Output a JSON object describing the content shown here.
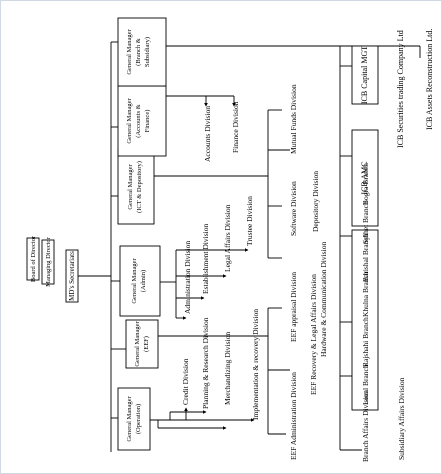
{
  "diagram": {
    "top": {
      "board": "Board of Director",
      "managing": "Managing Director",
      "secretariats": "MD's Secretariats"
    },
    "managers": {
      "operation": [
        "General Manager",
        "(Operation)"
      ],
      "eef": [
        "General Manager",
        "(EEF)"
      ],
      "admin": [
        "General Manager",
        "(Admin)"
      ],
      "ict": [
        "General Manager",
        "(ICT & Depository)"
      ],
      "accounts": [
        "General Manager",
        "(Accounts &",
        "Finance)"
      ],
      "branch": [
        "General Manager",
        "(Branch &",
        "Subsidiary)"
      ]
    },
    "operation_divisions": [
      "Credit Division",
      "Planning & Research Division",
      "Merchandizing Division",
      "Implementation & recovery Division"
    ],
    "admin_divisions": [
      "Administration Division",
      "Establishment Division",
      "Legal Affairs Division",
      "Trustee Division"
    ],
    "accounts_divisions": [
      "Accounts Division",
      "Finance Division"
    ],
    "eef_divisions": [
      "EEF Administration Division",
      "EEF Recovery & Legal Affairs Division",
      "EEF appraisal Division"
    ],
    "ict_divisions": [
      "Hardware & Communication Division",
      "Software Division",
      "Depository Division",
      "Mutual Funds Division"
    ],
    "branch_divisions": [
      "Branch Affairs Division",
      "Subsidiary Affairs Division"
    ],
    "branches": [
      "Local Branch",
      "Rajshahi Branch",
      "Khulna Branch",
      "Barishal Branch",
      "Sylhet Branch",
      "Bogra Branch"
    ],
    "subsidiaries": [
      "ICB AMC",
      "ICB Capital MGT",
      "ICB Securities trading Company Ltd",
      "ICB Assets Reconstruction Ltd."
    ]
  }
}
